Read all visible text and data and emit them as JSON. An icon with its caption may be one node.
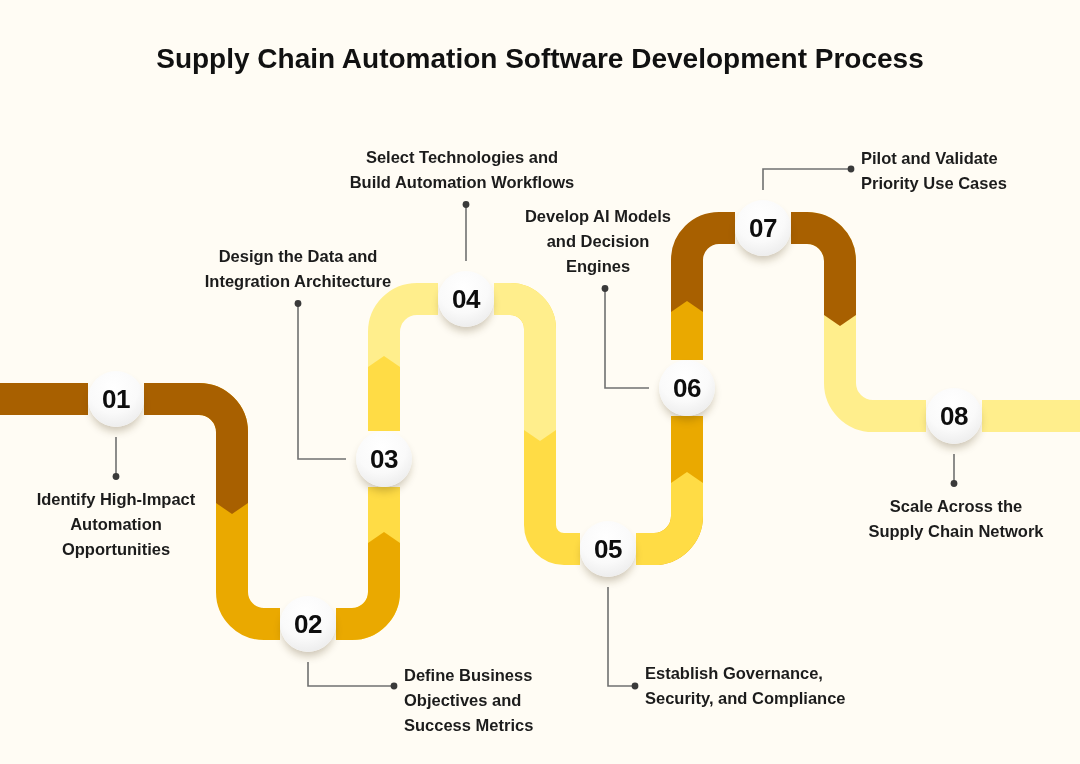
{
  "diagram": {
    "title": "Supply Chain Automation Software Development Process",
    "nodes": [
      {
        "text": [
          "01"
        ]
      },
      {
        "text": [
          "Identify High-Impact Automation Opportunities"
        ]
      },
      {
        "text": [
          "02"
        ]
      },
      {
        "text": [
          "Define Business Objectives and Success Metrics"
        ]
      },
      {
        "text": [
          "03"
        ]
      },
      {
        "text": [
          "Design the Data and Integration Architecture"
        ]
      },
      {
        "text": [
          "04"
        ]
      },
      {
        "text": [
          "Select Technologies and Build Automation Workflows"
        ]
      },
      {
        "text": [
          "05"
        ]
      },
      {
        "text": [
          "Establish Governance, Security, and Compliance"
        ]
      },
      {
        "text": [
          "06"
        ]
      },
      {
        "text": [
          "Develop AI Models and Decision Engines"
        ]
      },
      {
        "text": [
          "07"
        ]
      },
      {
        "text": [
          "Pilot and Validate Priority Use Cases"
        ]
      },
      {
        "text": [
          "08"
        ]
      },
      {
        "text": [
          "Scale Across the Supply Chain Network"
        ]
      }
    ],
    "edges": [
      {
        "from": null,
        "to": 0,
        "arrow": "none",
        "color": "#a86000"
      },
      {
        "from": 0,
        "to": 2,
        "arrow": "none",
        "color": "#eaa900"
      },
      {
        "from": 2,
        "to": 4,
        "arrow": "none",
        "color": "#ffdc45"
      },
      {
        "from": 4,
        "to": 6,
        "arrow": "none",
        "color": "#ffee8c"
      },
      {
        "from": 6,
        "to": 8,
        "arrow": "none",
        "color": "#ffdc45"
      },
      {
        "from": 8,
        "to": 10,
        "arrow": "none",
        "color": "#eaa900"
      },
      {
        "from": 10,
        "to": 12,
        "arrow": "none",
        "color": "#a86000"
      },
      {
        "from": 12,
        "to": 14,
        "arrow": "none",
        "color": "#ffee8c"
      },
      {
        "from": 14,
        "to": null,
        "arrow": "none",
        "color": "#ffee8c"
      },
      {
        "from": 1,
        "to": 0,
        "arrow": "other"
      },
      {
        "from": 3,
        "to": 2,
        "arrow": "other"
      },
      {
        "from": 5,
        "to": 4,
        "arrow": "other"
      },
      {
        "from": 7,
        "to": 6,
        "arrow": "other"
      },
      {
        "from": 9,
        "to": 8,
        "arrow": "other"
      },
      {
        "from": 11,
        "to": 10,
        "arrow": "other"
      },
      {
        "from": 13,
        "to": 12,
        "arrow": "other"
      },
      {
        "from": 15,
        "to": 14,
        "arrow": "other"
      }
    ]
  }
}
